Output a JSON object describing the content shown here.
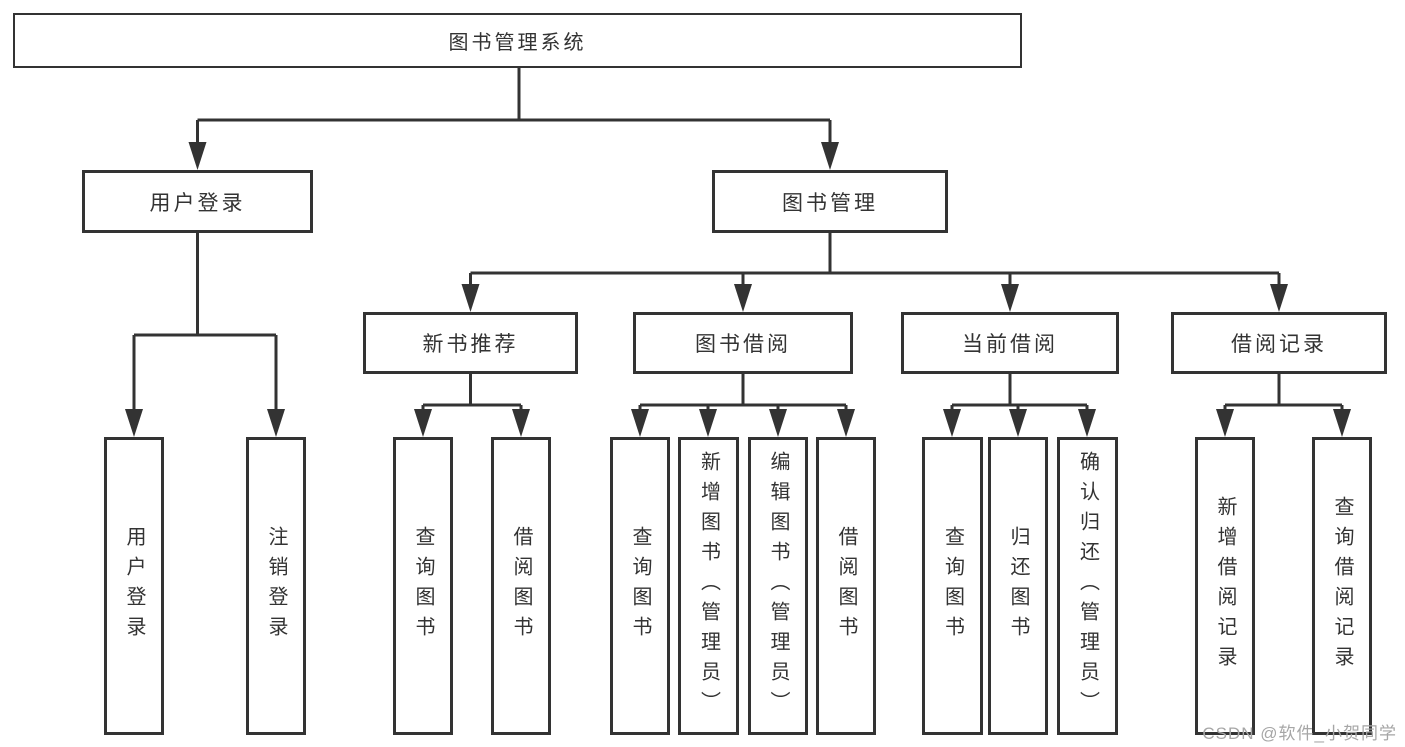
{
  "diagram": {
    "root": {
      "label": "图书管理系统"
    },
    "branches": [
      {
        "label": "用户登录",
        "children": [
          {
            "label": "用户登录"
          },
          {
            "label": "注销登录"
          }
        ]
      },
      {
        "label": "图书管理",
        "children": [
          {
            "label": "新书推荐",
            "children": [
              {
                "label": "查询图书"
              },
              {
                "label": "借阅图书"
              }
            ]
          },
          {
            "label": "图书借阅",
            "children": [
              {
                "label": "查询图书"
              },
              {
                "label": "新增图书（管理员）"
              },
              {
                "label": "编辑图书（管理员）"
              },
              {
                "label": "借阅图书"
              }
            ]
          },
          {
            "label": "当前借阅",
            "children": [
              {
                "label": "查询图书"
              },
              {
                "label": "归还图书"
              },
              {
                "label": "确认归还（管理员）"
              }
            ]
          },
          {
            "label": "借阅记录",
            "children": [
              {
                "label": "新增借阅记录"
              },
              {
                "label": "查询借阅记录"
              }
            ]
          }
        ]
      }
    ]
  },
  "watermark": {
    "text": "CSDN @软件_小贺同学"
  },
  "colors": {
    "line": "#333333",
    "text": "#333333",
    "watermark": "#a6a6a6",
    "background": "#ffffff"
  }
}
